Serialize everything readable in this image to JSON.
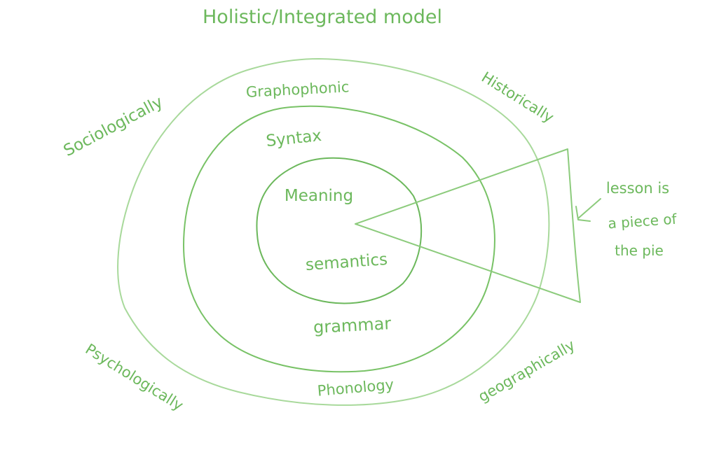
{
  "title": "Holistic/Integrated model",
  "rings": {
    "outer": "Graphophonic",
    "middle": "Syntax",
    "inner": "Meaning"
  },
  "labels": {
    "semantics": "semantics",
    "grammar": "grammar",
    "phonology": "Phonology"
  },
  "perspectives": {
    "sociologically": "Sociologically",
    "historically": "Historically",
    "psychologically": "Psychologically",
    "geographically": "geographically"
  },
  "annotation": {
    "line1": "lesson is",
    "line2": "a piece of",
    "line3": "the pie"
  },
  "colors": {
    "outer": "#a8d99b",
    "middle": "#78c266",
    "inner": "#6cb85c",
    "text": "#6cb85c"
  }
}
